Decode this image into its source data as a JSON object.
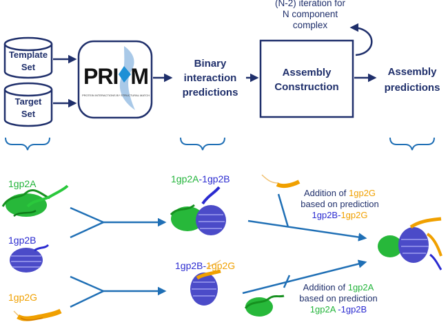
{
  "top": {
    "iteration_note": [
      "(N-2) iteration for",
      "N component",
      "complex"
    ],
    "template_set": [
      "Template",
      "Set"
    ],
    "target_set": [
      "Target",
      "Set"
    ],
    "prism_logo": {
      "text_left": "PRI",
      "text_right": "M",
      "tagline": "PROTEIN INTERACTIONS BY STRUCTURAL MATCHING"
    },
    "binary": [
      "Binary",
      "interaction",
      "predictions"
    ],
    "assembly_box": [
      "Assembly",
      "Construction"
    ],
    "assembly_predictions": [
      "Assembly",
      "predictions"
    ]
  },
  "proteins": {
    "a": "1gp2A",
    "b": "1gp2B",
    "g": "1gp2G",
    "pair_ab": {
      "left": "1gp2A",
      "sep": "-",
      "right": "1gp2B"
    },
    "pair_bg": {
      "left": "1gp2B",
      "sep": "-",
      "right": "1gp2G"
    }
  },
  "notes": {
    "upper": {
      "l1_prefix": "Addition of ",
      "l1_name": "1gp2G",
      "l2": "based on prediction",
      "l3_left": "1gp2B",
      "l3_sep": "-",
      "l3_right": "1gp2G"
    },
    "lower": {
      "l1_prefix": "Addition of ",
      "l1_name": "1gp2A",
      "l2": "based on prediction",
      "l3_left": "1gp2A",
      "l3_sep": " -",
      "l3_right": "1gp2B"
    }
  },
  "colors": {
    "navy": "#1f2f6b",
    "arrow_blue": "#1f6fb5",
    "green": "#22b43a",
    "blue": "#2a2ad0",
    "orange": "#f0a000"
  }
}
